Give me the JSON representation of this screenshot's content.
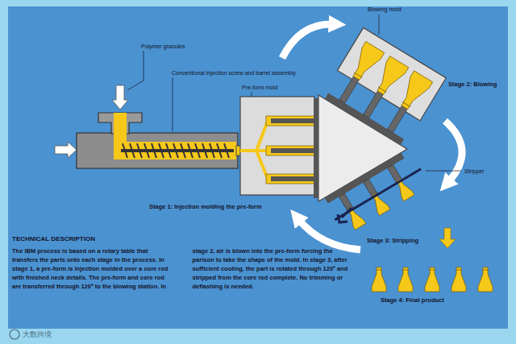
{
  "diagram": {
    "labels": [
      "Polymer granules",
      "Conventional injection screw and barrel assembly",
      "Pre-form mold",
      "Blowing mold",
      "Stage 2: Blowing",
      "Stage 1: Injection molding the pre-form",
      "Stripper",
      "Stage 3: Stripping",
      "Stage 4: Final product",
      "TECHNICAL DESCRIPTION",
      "The IBM process is based on a rotary table that transfers the parts onto each stage in the process. In stage 1, a pre-form is injection molded over a core rod with finished neck details. The pre-form and core rod are transferred through 120º to the blowing station. In stage 2, air is blown into the pre-form forcing the parison to take the shape of the mold. In stage 3, after sufficient cooling, the part is rotated through 120º and stripped from the core rod complete. No trimming or deflashing is needed.",
      "大数跨境"
    ]
  }
}
